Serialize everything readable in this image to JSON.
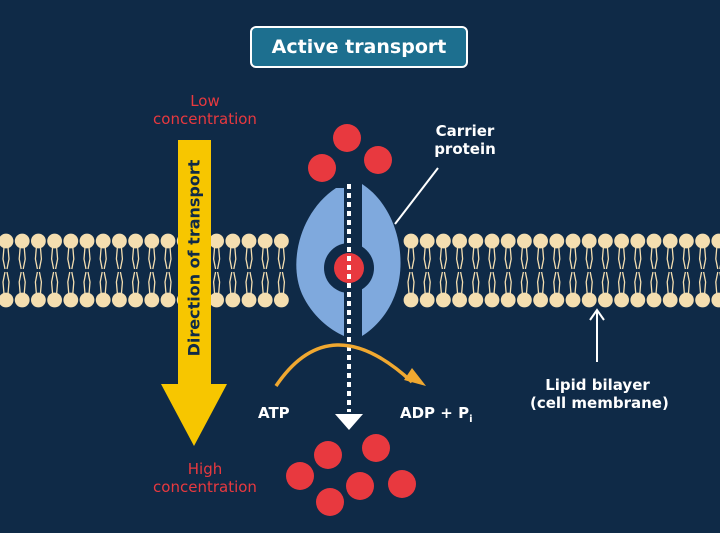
{
  "title": "Active transport",
  "labels": {
    "low_line1": "Low",
    "low_line2": "concentration",
    "high_line1": "High",
    "high_line2": "concentration",
    "direction": "Direction of transport",
    "carrier_line1": "Carrier",
    "carrier_line2": "protein",
    "atp": "ATP",
    "adp": "ADP + P",
    "adp_sub": "i",
    "lipid_line1": "Lipid bilayer",
    "lipid_line2": "(cell membrane)"
  },
  "colors": {
    "background": "#0f2a47",
    "title_box": "#1d6f8f",
    "molecule": "#e8393f",
    "lipid_head": "#f4deb0",
    "protein": "#7fa9dd",
    "direction_arrow": "#f7c600",
    "atp_arrow": "#f0a830"
  }
}
